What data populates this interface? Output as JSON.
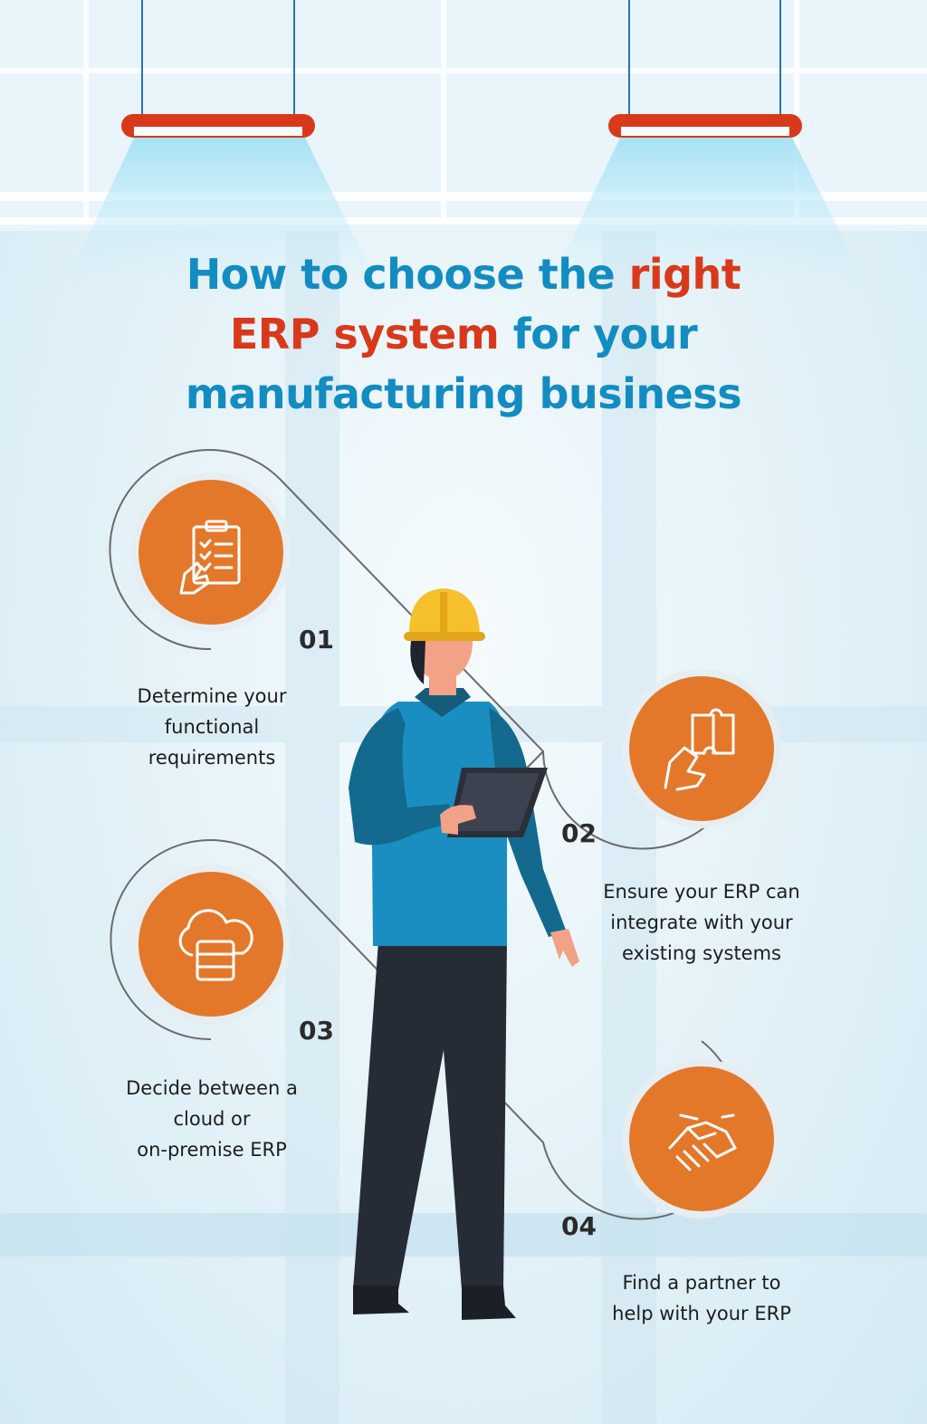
{
  "title": {
    "part1": "How to choose the",
    "highlight1": "right",
    "highlight2": "ERP system",
    "part2": "for your",
    "part3": "manufacturing business"
  },
  "colors": {
    "title_blue": "#138cc2",
    "title_red": "#d9391b",
    "circle_orange": "#e4782a",
    "lamp_red": "#d9391b"
  },
  "steps": [
    {
      "number": "01",
      "icon": "checklist-icon",
      "lines": [
        "Determine your",
        "functional",
        "requirements"
      ]
    },
    {
      "number": "02",
      "icon": "puzzle-hand-icon",
      "lines": [
        "Ensure your ERP can",
        "integrate with your",
        "existing systems"
      ]
    },
    {
      "number": "03",
      "icon": "cloud-database-icon",
      "lines": [
        "Decide between a",
        "cloud or",
        "on-premise ERP"
      ]
    },
    {
      "number": "04",
      "icon": "handshake-icon",
      "lines": [
        "Find a partner to",
        "help with your ERP"
      ]
    }
  ]
}
